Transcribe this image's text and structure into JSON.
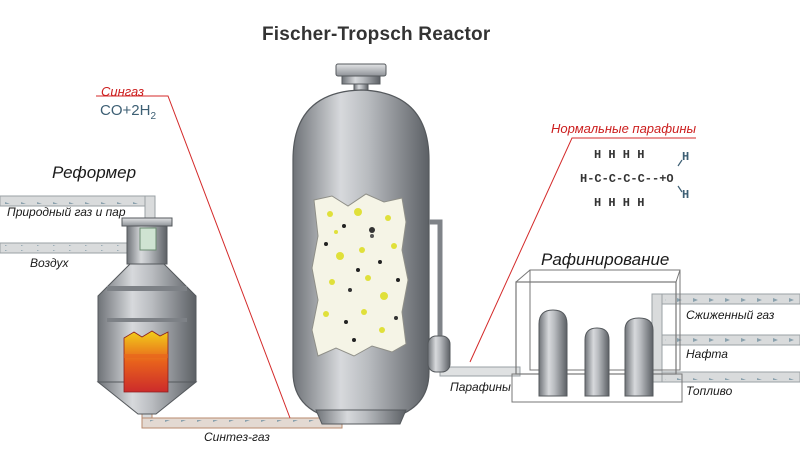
{
  "title": "Fischer-Tropsch Reactor",
  "labels": {
    "syngas_title": "Сингаз",
    "syngas_formula_main": "CO+2H",
    "syngas_formula_sub": "2",
    "reformer": "Реформер",
    "natural_gas": "Природный газ и пар",
    "air": "Воздух",
    "synthesis_gas": "Синтез-газ",
    "normal_paraffins": "Нормальные парафины",
    "refining": "Рафинирование",
    "paraffins": "Парафины",
    "liquefied_gas": "Сжиженный газ",
    "naphtha": "Нафта",
    "fuel": "Топливо"
  },
  "molecule": {
    "h_row": "H  H  H  H",
    "chain": "H-C-C-C-C--+O",
    "oh_h_top": "H",
    "oh_h_bottom": "H"
  },
  "colors": {
    "vessel": "#9a9ea3",
    "pipe": "#dadcdd",
    "callout_line": "#d42a2a",
    "flame_top": "#f2cf1a",
    "flame_mid": "#e8621c",
    "flame_bottom": "#cc2b2b"
  }
}
